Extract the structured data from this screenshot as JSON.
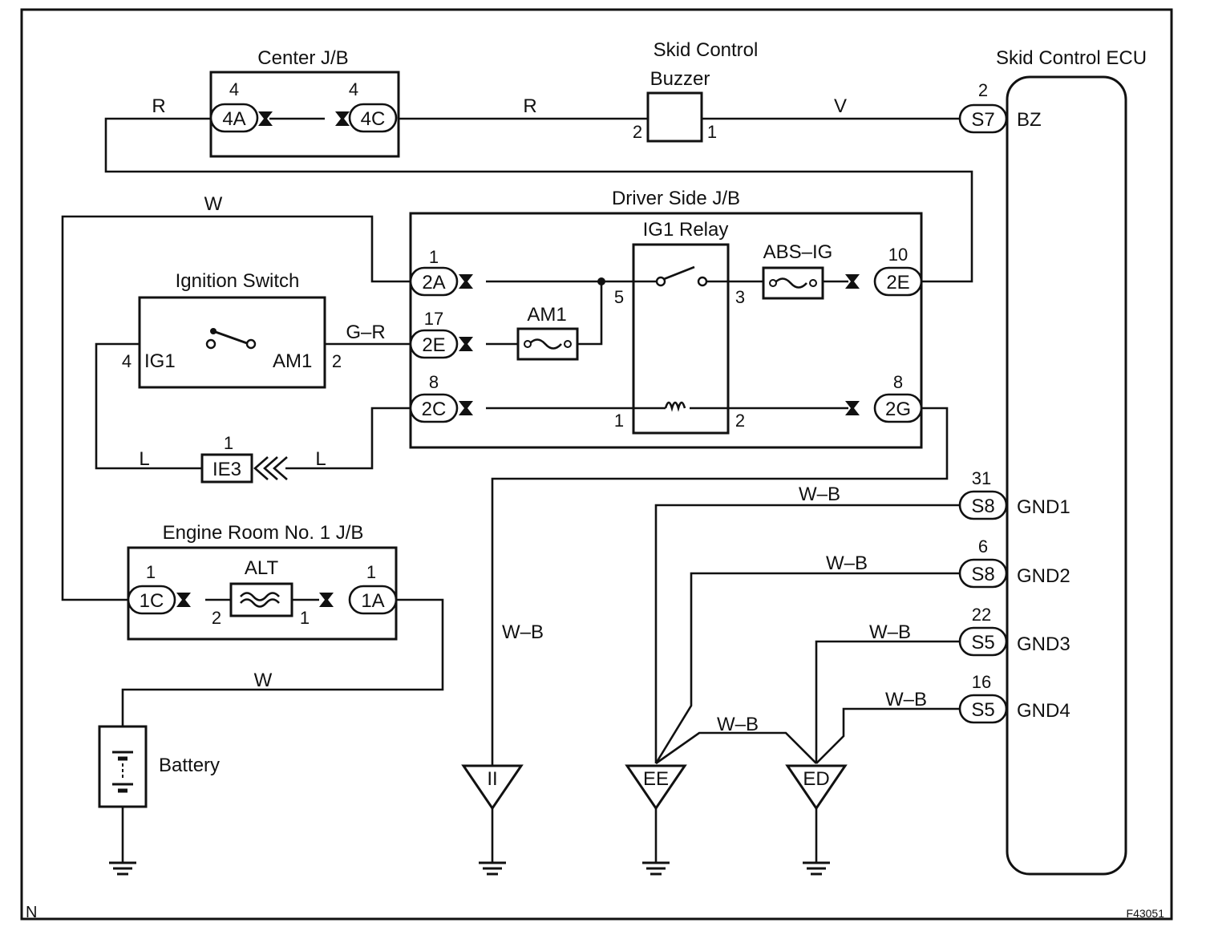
{
  "diagram": {
    "code": "F43051",
    "corner_mark": "N"
  },
  "center_jb": {
    "title": "Center J/B",
    "left_connector": "4A",
    "left_pin": "4",
    "right_connector": "4C",
    "right_pin": "4"
  },
  "buzzer": {
    "title_line1": "Skid Control",
    "title_line2": "Buzzer",
    "pin_left": "2",
    "pin_right": "1"
  },
  "ecu": {
    "title": "Skid Control ECU",
    "terminals": [
      {
        "pin": "2",
        "connector": "S7",
        "label": "BZ"
      },
      {
        "pin": "31",
        "connector": "S8",
        "label": "GND1"
      },
      {
        "pin": "6",
        "connector": "S8",
        "label": "GND2"
      },
      {
        "pin": "22",
        "connector": "S5",
        "label": "GND3"
      },
      {
        "pin": "16",
        "connector": "S5",
        "label": "GND4"
      }
    ]
  },
  "driver_jb": {
    "title": "Driver Side J/B",
    "relay_title": "IG1 Relay",
    "relay_pins": {
      "p5": "5",
      "p3": "3",
      "p1": "1",
      "p2": "2"
    },
    "fuse_abs": "ABS–IG",
    "fuse_am1": "AM1",
    "connectors": [
      {
        "name": "2A",
        "pin": "1"
      },
      {
        "name": "2E",
        "pin": "17"
      },
      {
        "name": "2C",
        "pin": "8"
      },
      {
        "name": "2E",
        "pin": "10"
      },
      {
        "name": "2G",
        "pin": "8"
      }
    ]
  },
  "ignition_switch": {
    "title": "Ignition Switch",
    "terminal_left": "IG1",
    "terminal_right": "AM1",
    "pin_left": "4",
    "pin_right": "2"
  },
  "ie3": {
    "name": "IE3",
    "pin": "1"
  },
  "engine_jb": {
    "title": "Engine Room No. 1 J/B",
    "fuse": "ALT",
    "left_connector": "1C",
    "left_pin": "1",
    "right_connector": "1A",
    "right_pin": "1",
    "fuse_pin_left": "2",
    "fuse_pin_right": "1"
  },
  "battery": {
    "label": "Battery"
  },
  "grounds": [
    "II",
    "EE",
    "ED"
  ],
  "wires": {
    "r1": "R",
    "r2": "R",
    "v": "V",
    "w_top": "W",
    "gr": "G–R",
    "l_left": "L",
    "l_right": "L",
    "w_bottom": "W",
    "wb_ii": "W–B",
    "wb1": "W–B",
    "wb2": "W–B",
    "wb3": "W–B",
    "wb4": "W–B",
    "wb_ee_ed": "W–B"
  }
}
